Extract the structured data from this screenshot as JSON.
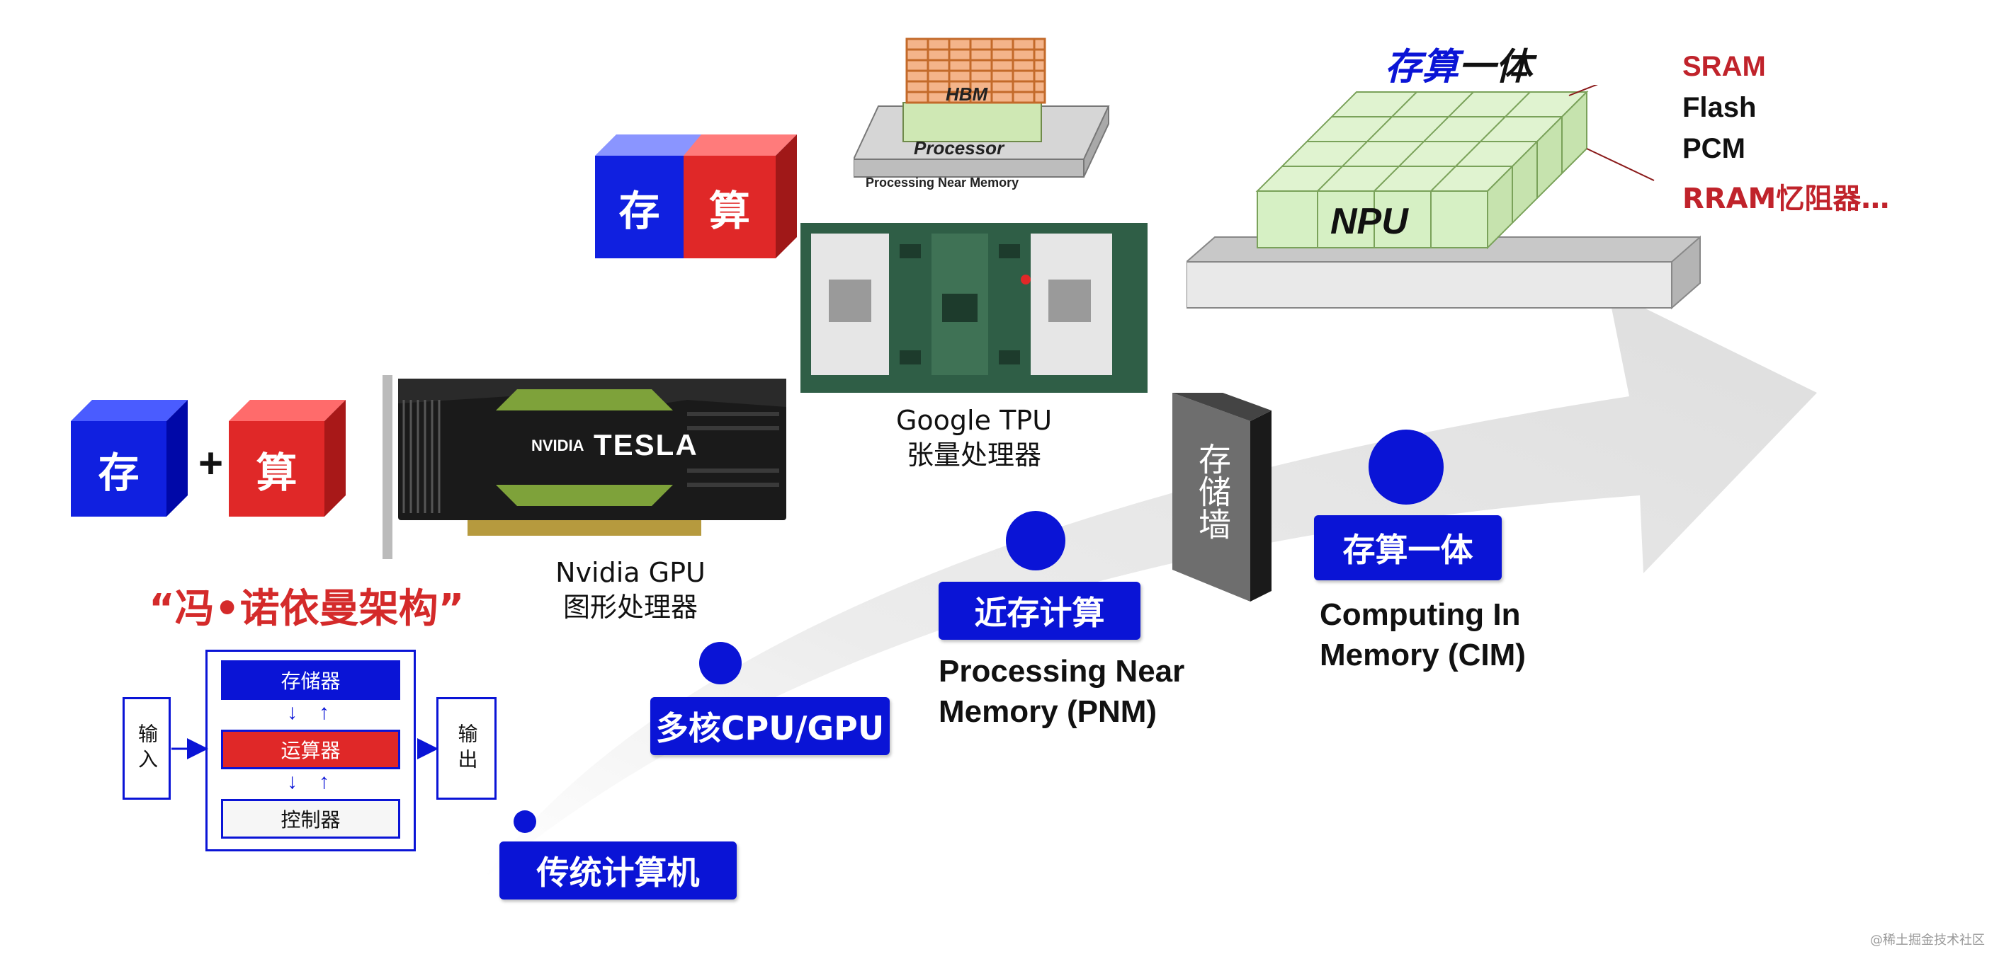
{
  "cube_labels": {
    "store": "存",
    "compute": "算",
    "plus": "+"
  },
  "von_neumann": {
    "title": "“冯•诺依曼架构”",
    "memory": "存储器",
    "alu": "运算器",
    "controller": "控制器",
    "input": "输入",
    "output": "输出",
    "arrow_down": "↓",
    "arrow_up": "↑"
  },
  "gpu": {
    "brand": "NVIDIA",
    "model": "TESLA",
    "caption_en": "Nvidia GPU",
    "caption_zh": "图形处理器"
  },
  "tpu": {
    "caption_en": "Google TPU",
    "caption_zh": "张量处理器"
  },
  "pnm_diagram": {
    "hbm": "HBM",
    "processor": "Processor",
    "base": "Processing Near Memory"
  },
  "cim_diagram": {
    "title_part1": "存算",
    "title_part2": "一体",
    "npu": "NPU",
    "memory_types": [
      {
        "label": "SRAM",
        "color": "#c0232b"
      },
      {
        "label": "Flash",
        "color": "#111111"
      },
      {
        "label": "PCM",
        "color": "#111111"
      },
      {
        "label": "RRAM忆阻器…",
        "color": "#c0232b"
      }
    ]
  },
  "memory_wall": {
    "label": "存储墙"
  },
  "stages": [
    {
      "label": "传统计算机"
    },
    {
      "label": "多核CPU/GPU"
    },
    {
      "label": "近存计算",
      "desc_line1": "Processing Near",
      "desc_line2": "Memory (PNM)"
    },
    {
      "label": "存算一体",
      "desc_line1": "Computing In",
      "desc_line2": "Memory (CIM)"
    }
  ],
  "watermark": "@稀土掘金技术社区",
  "colors": {
    "accent_blue": "#0a14d6",
    "accent_red": "#d42a2a",
    "npu_green": "#d6f0c4",
    "arrow_gray": "#e4e4e4"
  }
}
